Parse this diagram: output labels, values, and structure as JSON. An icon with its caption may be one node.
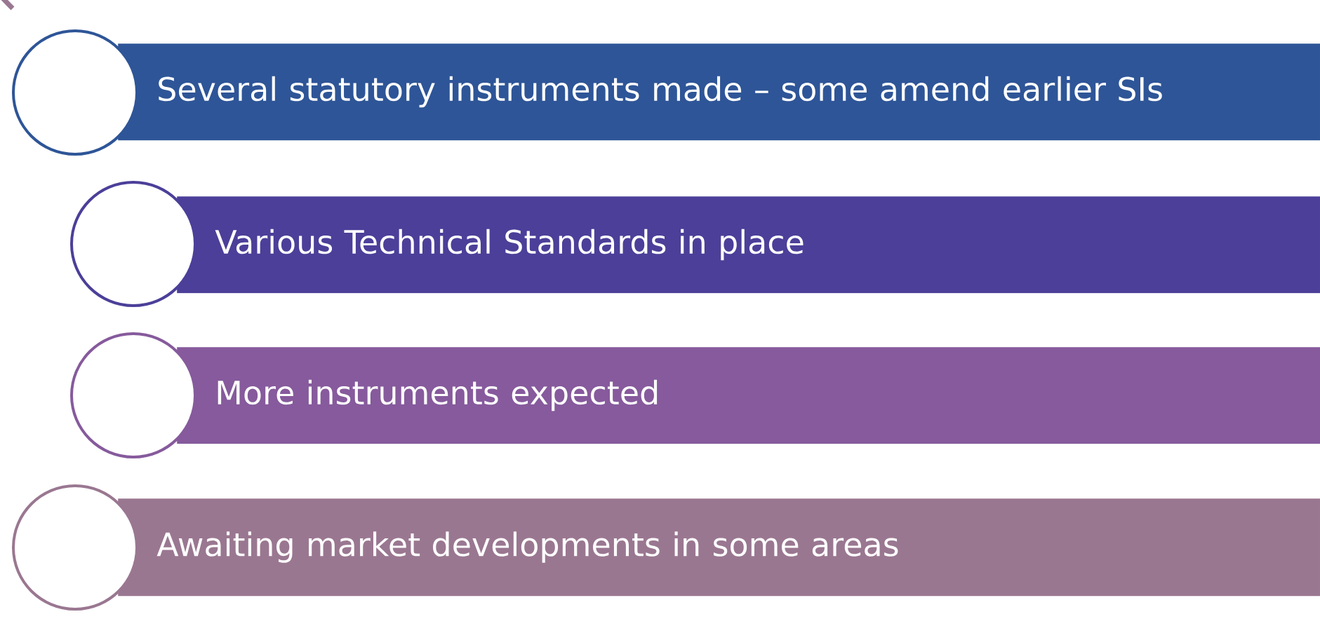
{
  "diagram": {
    "nodes": [
      {
        "text": [],
        "shape": "circle"
      },
      {
        "text": [
          "Several statutory instruments made – some amend earlier SIs"
        ]
      },
      {
        "text": [],
        "shape": "circle"
      },
      {
        "text": [
          "Various Technical Standards in place"
        ]
      },
      {
        "text": [],
        "shape": "circle"
      },
      {
        "text": [
          "More instruments expected"
        ]
      },
      {
        "text": [],
        "shape": "circle"
      },
      {
        "text": [
          "Awaiting market developments in some areas"
        ]
      }
    ]
  }
}
